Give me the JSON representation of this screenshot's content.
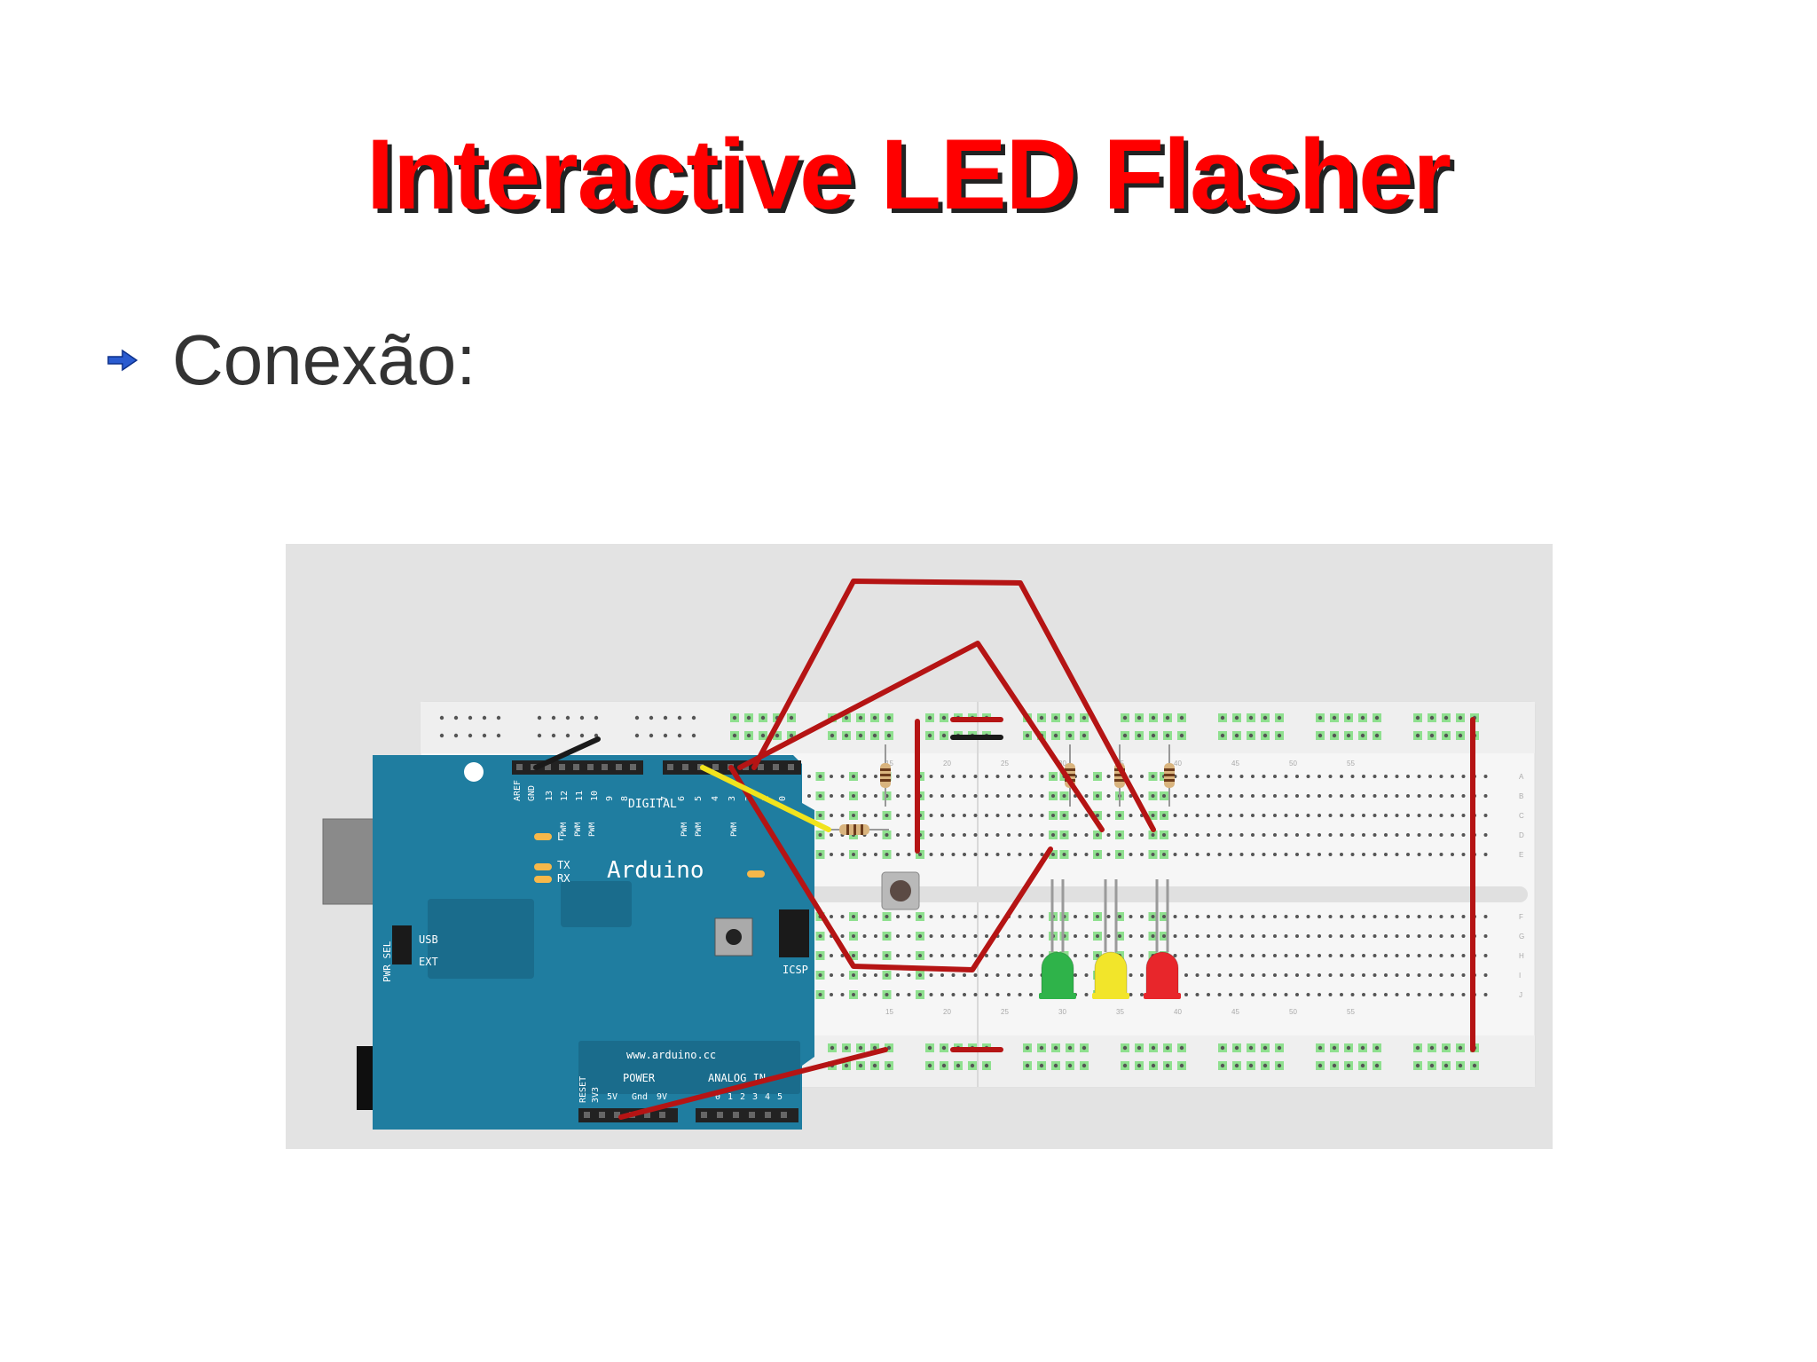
{
  "title": "Interactive LED Flasher",
  "bullets": [
    {
      "text": "Conexão:",
      "icon": "arrow-bullet-icon"
    }
  ],
  "board": {
    "name": "Arduino",
    "url": "www.arduino.cc",
    "header_labels": [
      "AREF",
      "GND",
      "13",
      "12",
      "11",
      "10",
      "9",
      "8",
      "7",
      "6",
      "5",
      "4",
      "3",
      "2",
      "1",
      "0"
    ],
    "digital_label": "DIGITAL",
    "pwm_label": "PWM",
    "led_labels": [
      "L",
      "TX",
      "RX"
    ],
    "pwr_sel_label": "PWR SEL",
    "usb_label": "USB",
    "ext_label": "EXT",
    "icsp_label": "ICSP",
    "power_label": "POWER",
    "analog_label": "ANALOG IN",
    "power_pins": [
      "RESET",
      "3V3",
      "5V",
      "Gnd",
      "9V"
    ],
    "analog_pins": [
      "0",
      "1",
      "2",
      "3",
      "4",
      "5"
    ]
  },
  "breadboard": {
    "row_letters_top": [
      "A",
      "B",
      "C",
      "D",
      "E"
    ],
    "row_letters_bottom": [
      "F",
      "G",
      "H",
      "I",
      "J"
    ],
    "column_labels": [
      "15",
      "20",
      "25",
      "30",
      "35",
      "40",
      "45",
      "50",
      "55"
    ]
  },
  "leds": [
    {
      "color_name": "green",
      "color": "#2fb34a"
    },
    {
      "color_name": "yellow",
      "color": "#f2e52a"
    },
    {
      "color_name": "red",
      "color": "#e8262b"
    }
  ],
  "colors": {
    "title": "#ff0000",
    "title_shadow": "#222222",
    "text": "#333333",
    "background_panel": "#e3e3e3",
    "arduino_board": "#1f7da0",
    "wire_red": "#b51414",
    "wire_yellow": "#f1e31d",
    "wire_black": "#1a1a1a",
    "breadboard": "#f4f4f4",
    "active_hole": "#8fe08f"
  }
}
